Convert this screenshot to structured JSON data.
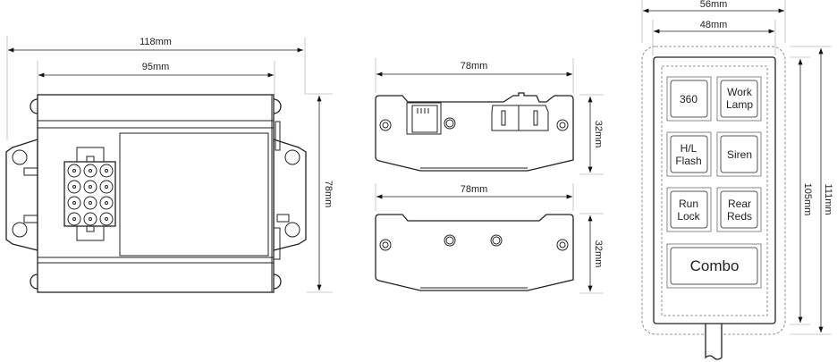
{
  "controller_top_view": {
    "width_overall": "118mm",
    "width_body": "95mm",
    "height": "78mm"
  },
  "end_view_connectors": {
    "width": "78mm",
    "height": "32mm"
  },
  "end_view_plain": {
    "width": "78mm",
    "height": "32mm"
  },
  "keypad": {
    "width_overall": "56mm",
    "width_inner": "48mm",
    "height_overall": "111mm",
    "height_inner": "105mm",
    "buttons": [
      {
        "line1": "360",
        "line2": ""
      },
      {
        "line1": "Work",
        "line2": "Lamp"
      },
      {
        "line1": "H/L",
        "line2": "Flash"
      },
      {
        "line1": "Siren",
        "line2": ""
      },
      {
        "line1": "Run",
        "line2": "Lock"
      },
      {
        "line1": "Rear",
        "line2": "Reds"
      }
    ],
    "combo_label": "Combo"
  }
}
